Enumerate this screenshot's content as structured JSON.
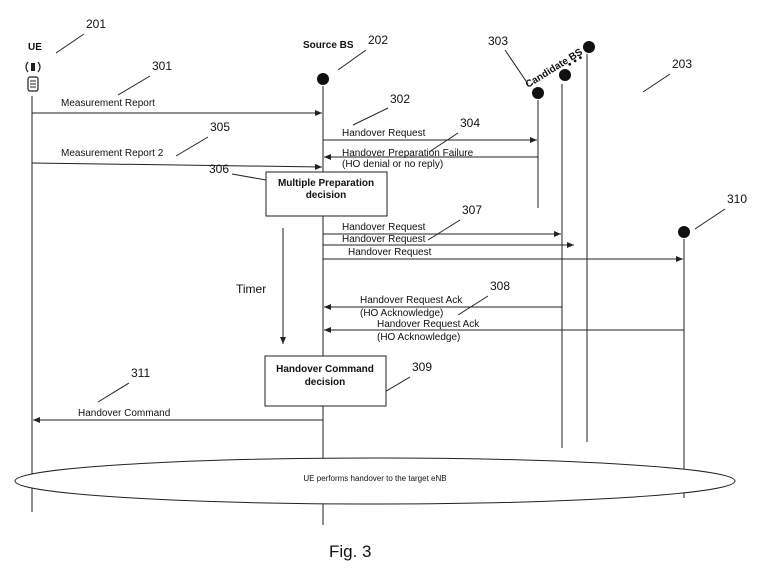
{
  "entities": {
    "ue": "UE",
    "source_bs": "Source BS",
    "candidate_bs": "Candidate BS"
  },
  "refs": {
    "r201": "201",
    "r202": "202",
    "r203": "203",
    "r301": "301",
    "r302": "302",
    "r303": "303",
    "r304": "304",
    "r305": "305",
    "r306": "306",
    "r307": "307",
    "r308": "308",
    "r309": "309",
    "r310": "310",
    "r311": "311"
  },
  "messages": {
    "measurement_report": "Measurement Report",
    "handover_request_1": "Handover Request",
    "handover_prep_failure": "Handover Preparation Failure",
    "ho_denial": "(HO denial or no reply)",
    "measurement_report_2": "Measurement Report 2",
    "handover_request_a": "Handover Request",
    "handover_request_b": "Handover Request",
    "handover_request_c": "Handover Request",
    "handover_request_ack_1": "Handover Request Ack",
    "ho_ack_1": "(HO Acknowledge)",
    "handover_request_ack_2": "Handover Request Ack",
    "ho_ack_2": "(HO Acknowledge)",
    "handover_command": "Handover Command"
  },
  "boxes": {
    "multiple_prep_line1": "Multiple Preparation",
    "multiple_prep_line2": "decision",
    "handover_cmd_line1": "Handover Command",
    "handover_cmd_line2": "decision"
  },
  "timer": "Timer",
  "ellipse_text": "UE performs handover to the target eNB",
  "ellipsis": "• • •",
  "caption": "Fig. 3"
}
